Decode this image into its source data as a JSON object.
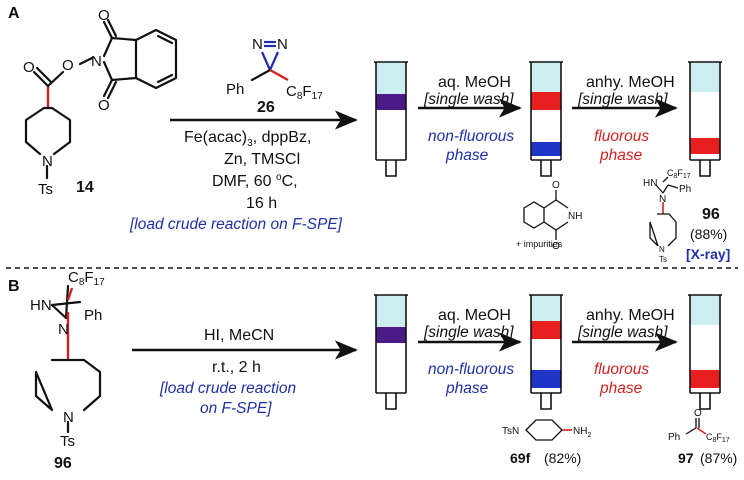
{
  "panel_a": {
    "label": "A",
    "reactant": {
      "number": "14",
      "ts": "Ts",
      "n": "N",
      "o_labels": [
        "O",
        "O",
        "O",
        "O"
      ],
      "pht_n": "N"
    },
    "reagent": {
      "number": "26",
      "n1": "N",
      "n2": "N",
      "ph": "Ph",
      "rf_main": "C",
      "rf_sub1": "8",
      "rf_f": "F",
      "rf_sub2": "17"
    },
    "conditions": [
      "Fe(acac)",
      "3",
      ", dppBz,",
      "Zn, TMSCl",
      "DMF, 60 ",
      "o",
      "C,",
      "16 h"
    ],
    "note": "[load crude reaction on F-SPE]",
    "wash1": {
      "top": "aq. MeOH",
      "bottom": "[single wash]",
      "phase1": "non-fluorous",
      "phase2": "phase"
    },
    "wash2": {
      "top": "anhy. MeOH",
      "bottom": "[single wash]",
      "phase1": "fluorous",
      "phase2": "phase"
    },
    "byproduct": {
      "o1": "O",
      "o2": "O",
      "nh": "NH",
      "note": "+ impurities"
    },
    "product": {
      "number": "96",
      "yield": "(88%)",
      "xray": "[X-ray]",
      "hn": "HN",
      "n": "N",
      "ph": "Ph",
      "rf": "C",
      "rf_s1": "8",
      "rf_f": "F",
      "rf_s2": "17",
      "ts_n": "N",
      "ts": "Ts"
    }
  },
  "panel_b": {
    "label": "B",
    "reactant": {
      "number": "96",
      "hn": "HN",
      "n": "N",
      "ph": "Ph",
      "rf": "C",
      "rf_s1": "8",
      "rf_f": "F",
      "rf_s2": "17",
      "ring_n": "N",
      "ts": "Ts"
    },
    "conditions": [
      "HI, MeCN",
      "r.t., 2 h"
    ],
    "note": [
      "[load crude reaction",
      "on F-SPE]"
    ],
    "wash1": {
      "top": "aq. MeOH",
      "bottom": "[single wash]",
      "phase1": "non-fluorous",
      "phase2": "phase"
    },
    "wash2": {
      "top": "anhy. MeOH",
      "bottom": "[single wash]",
      "phase1": "fluorous",
      "phase2": "phase"
    },
    "amine": {
      "tsn": "TsN",
      "nh2": "NH",
      "nh2_sub": "2",
      "number": "69f",
      "yield": "(82%)"
    },
    "ketone": {
      "o": "O",
      "ph": "Ph",
      "rf": "C",
      "rf_s1": "8",
      "rf_f": "F",
      "rf_s2": "17",
      "number": "97",
      "yield": "(87%)"
    }
  },
  "colors": {
    "cyan": "#cdeef0",
    "purple": "#4b1a86",
    "red": "#e81f1f",
    "blue": "#1f35c7",
    "text_blue": "#1f2fa8",
    "text_red": "#d42020"
  }
}
